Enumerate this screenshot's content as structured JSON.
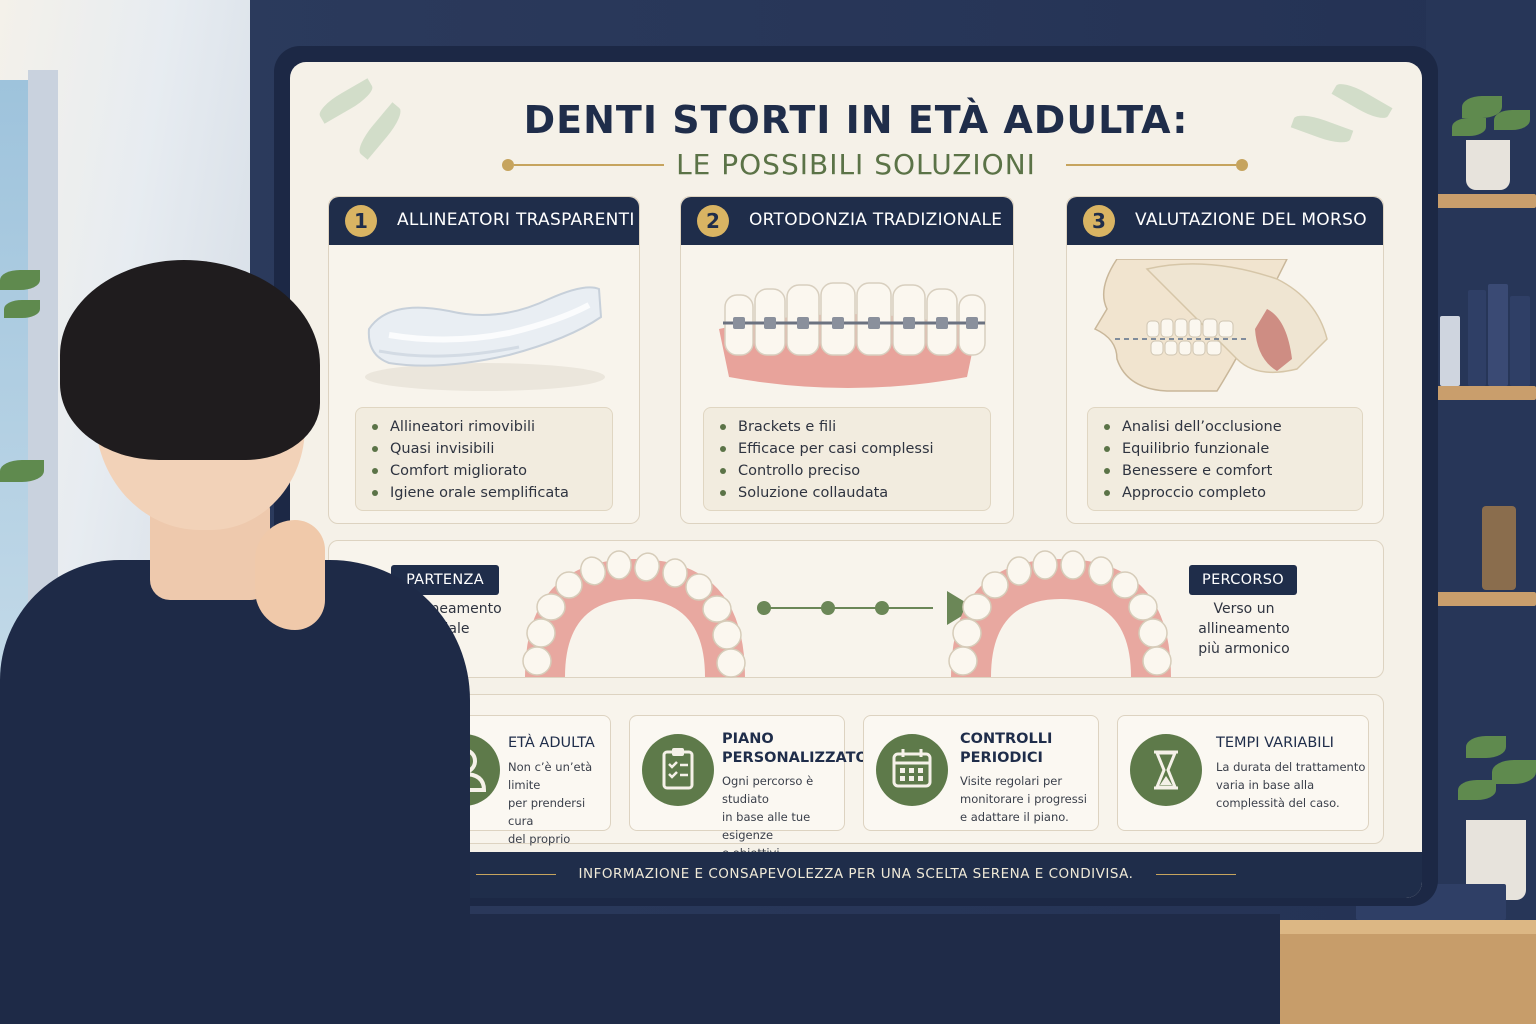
{
  "title": "DENTI STORTI IN ETÀ ADULTA:",
  "subtitle": "LE POSSIBILI SOLUZIONI",
  "solutions": [
    {
      "number": "1",
      "title": "ALLINEATORI TRASPARENTI",
      "bullets": [
        "Allineatori rimovibili",
        "Quasi invisibili",
        "Comfort migliorato",
        "Igiene orale semplificata"
      ]
    },
    {
      "number": "2",
      "title": "ORTODONZIA TRADIZIONALE",
      "bullets": [
        "Brackets e fili",
        "Efficace per casi complessi",
        "Controllo preciso",
        "Soluzione collaudata"
      ]
    },
    {
      "number": "3",
      "title": "VALUTAZIONE DEL MORSO",
      "bullets": [
        "Analisi dell’occlusione",
        "Equilibrio funzionale",
        "Benessere e comfort",
        "Approccio completo"
      ]
    }
  ],
  "journey": {
    "start_label": "PARTENZA",
    "start_desc_1": "Disallineamento",
    "start_desc_2": "iniziale",
    "end_label": "PERCORSO",
    "end_desc_1": "Verso un",
    "end_desc_2": "allineamento",
    "end_desc_3": "più armonico"
  },
  "info": [
    {
      "icon": "person-icon",
      "title_1": "ETÀ ADULTA",
      "title_2": "",
      "desc": [
        "Non c’è un’età limite",
        "per prendersi cura",
        "del proprio sorriso."
      ]
    },
    {
      "icon": "clipboard-icon",
      "title_1": "PIANO",
      "title_2": "PERSONALIZZATO",
      "desc": [
        "Ogni percorso è studiato",
        "in base alle tue esigenze",
        "e obiettivi."
      ]
    },
    {
      "icon": "calendar-icon",
      "title_1": "CONTROLLI",
      "title_2": "PERIODICI",
      "desc": [
        "Visite regolari per",
        "monitorare i progressi",
        "e adattare il piano."
      ]
    },
    {
      "icon": "hourglass-icon",
      "title_1": "TEMPI VARIABILI",
      "title_2": "",
      "desc": [
        "La durata del trattamento",
        "varia in base alla",
        "complessità del caso."
      ]
    }
  ],
  "footer": "INFORMAZIONE E CONSAPEVOLEZZA PER UNA SCELTA SERENA E CONDIVISA.",
  "colors": {
    "navy": "#1f2d4a",
    "gold": "#d9b463",
    "green": "#5e7a4a",
    "cream": "#f5f1e8"
  }
}
